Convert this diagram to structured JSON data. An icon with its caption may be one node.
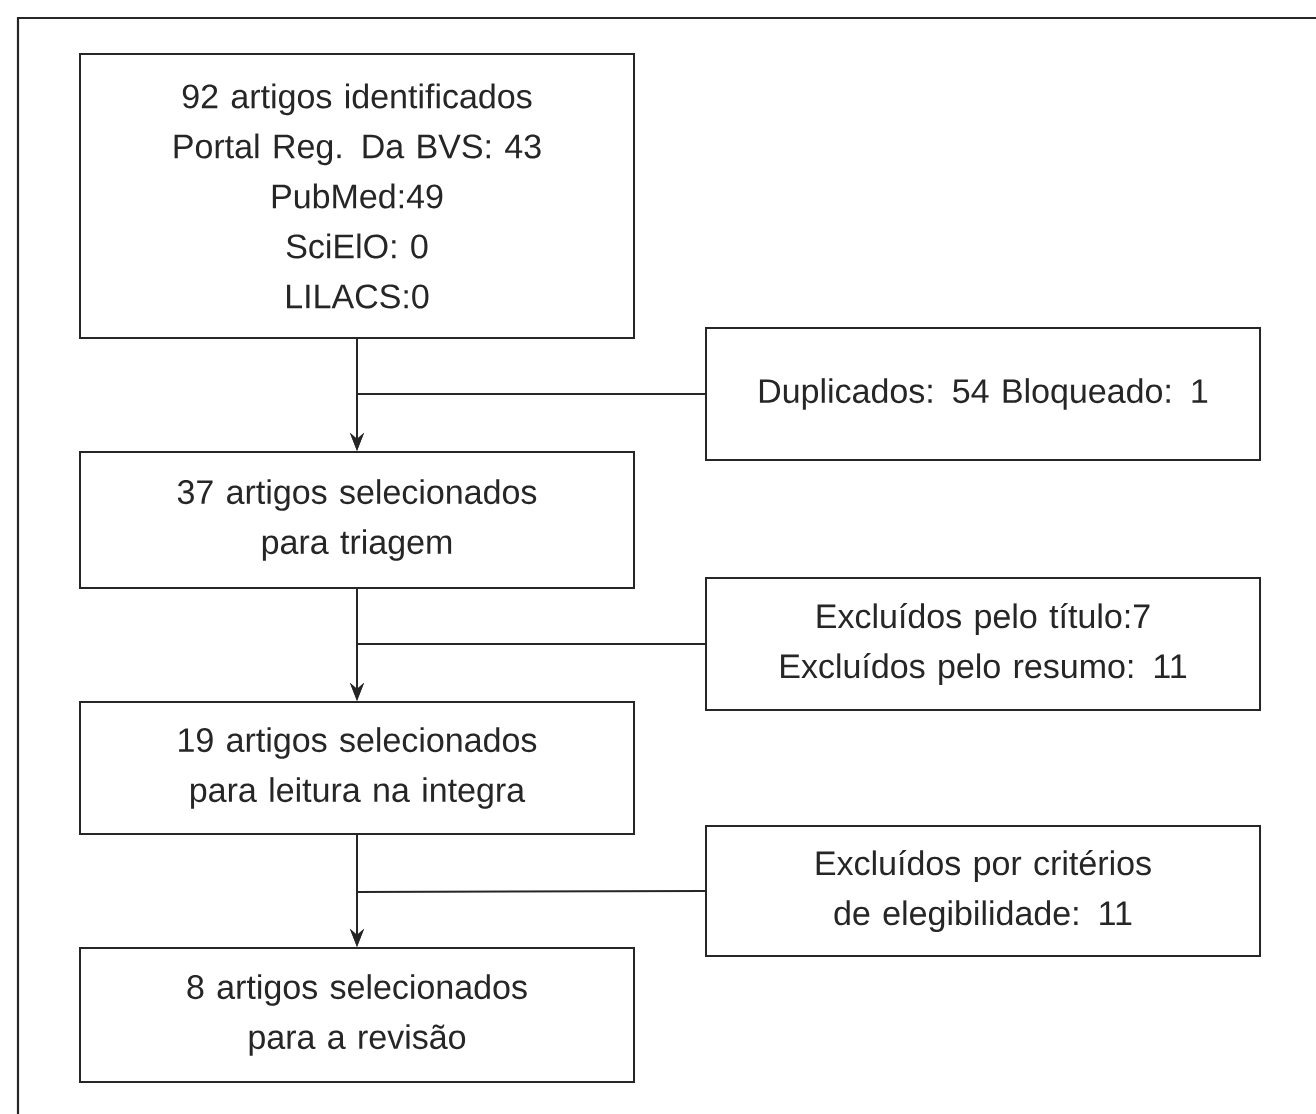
{
  "diagram": {
    "nodes": [
      {
        "text": [
          "92 artigos identificados",
          "Portal Reg. Da BVS: 43",
          "PubMed:49",
          "SciElO: 0",
          "LILACS:0"
        ]
      },
      {
        "text": [
          "Duplicados: 54 Bloqueado: 1"
        ]
      },
      {
        "text": [
          "37 artigos selecionados para triagem"
        ]
      },
      {
        "text": [
          "Excluídos pelo título:7 Excluídos pelo resumo: 11"
        ]
      },
      {
        "text": [
          "19 artigos selecionados para leitura na integra"
        ]
      },
      {
        "text": [
          "Excluídos por critérios de elegibilidade: 11"
        ]
      },
      {
        "text": [
          "8 artigos selecionados para a revisão"
        ]
      }
    ],
    "edges": [
      {
        "from": 0,
        "to": 2,
        "arrow": "to"
      },
      {
        "from": 1,
        "to": 2,
        "arrow": "to"
      },
      {
        "from": 2,
        "to": 4,
        "arrow": "to"
      },
      {
        "from": 3,
        "to": 4,
        "arrow": "to"
      },
      {
        "from": 4,
        "to": 6,
        "arrow": "to"
      },
      {
        "from": 5,
        "to": 6,
        "arrow": "to"
      }
    ]
  }
}
